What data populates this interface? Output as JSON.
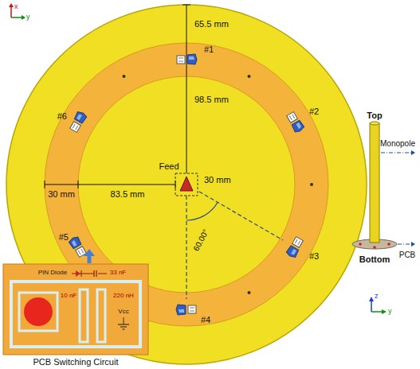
{
  "diagram": {
    "labels": [
      "x",
      "y",
      "65.5 mm",
      "#1",
      "98.5 mm",
      "#6",
      "#2",
      "Feed",
      "30 mm",
      "83.5 mm",
      "30 mm",
      "#5",
      "#3",
      "60.00°",
      "#4",
      "Top",
      "Monopole",
      "Bottom",
      "PCB",
      "z",
      "y",
      "PIN Diode",
      "33 nF",
      "10 nF",
      "220 nH",
      "Vcc",
      "PCB Switching Circuit"
    ]
  }
}
